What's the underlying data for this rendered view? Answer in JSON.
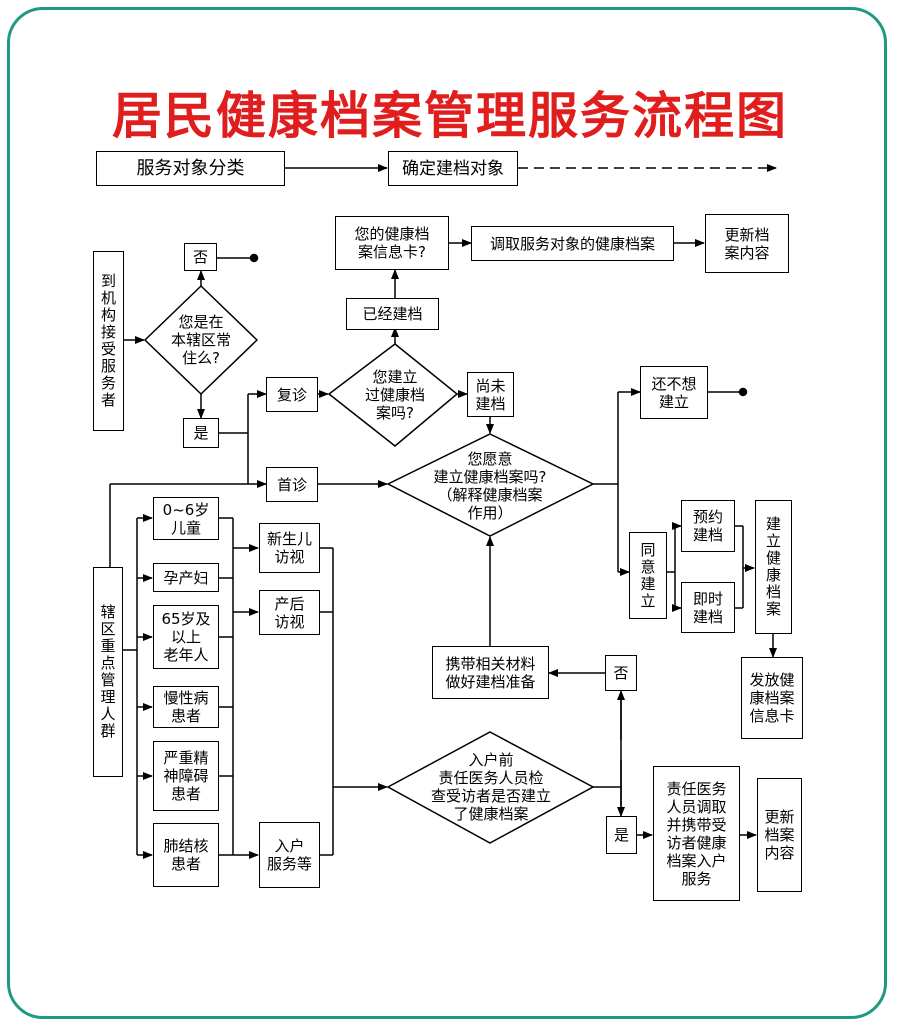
{
  "title": "居民健康档案管理服务流程图",
  "header": {
    "classify": "服务对象分类",
    "confirm": "确定建档对象"
  },
  "nodes": {
    "arrive": "到\n机\n构\n接\n受\n服\n务\n者",
    "resident_q": "您是在\n本辖区常\n住么?",
    "no1": "否",
    "yes1": "是",
    "revisit": "复诊",
    "first_visit": "首诊",
    "built_q": "您建立\n过健康档\n案吗?",
    "already": "已经建档",
    "card_q": "您的健康档\n案信息卡?",
    "retrieve": "调取服务对象的健康档案",
    "update1": "更新档\n案内容",
    "not_yet": "尚未\n建档",
    "willing_q": "您愿意\n建立健康档案吗?\n（解释健康档案\n作用）",
    "not_want": "还不想\n建立",
    "agree": "同\n意\n建\n立",
    "appoint": "预约\n建档",
    "instant": "即时\n建档",
    "establish": "建\n立\n健\n康\n档\n案",
    "issue_card": "发放健\n康档案\n信息卡",
    "key_groups": "辖\n区\n重\n点\n管\n理\n人\n群",
    "children": "0~6岁\n儿童",
    "maternal": "孕产妇",
    "elderly": "65岁及\n以上\n老年人",
    "chronic": "慢性病\n患者",
    "mental": "严重精\n神障碍\n患者",
    "tb": "肺结核\n患者",
    "newborn": "新生儿\n访视",
    "postpartum": "产后\n访视",
    "home_service": "入户\n服务等",
    "home_check_q": "入户前\n责任医务人员检\n查受访者是否建立\n了健康档案",
    "no2": "否",
    "prepare": "携带相关材料\n做好建档准备",
    "yes2": "是",
    "doctor_home": "责任医务\n人员调取\n并携带受\n访者健康\n档案入户\n服务",
    "update2": "更新\n档案\n内容"
  },
  "colors": {
    "title": "#e01e1e",
    "frame": "#1f9a80"
  }
}
